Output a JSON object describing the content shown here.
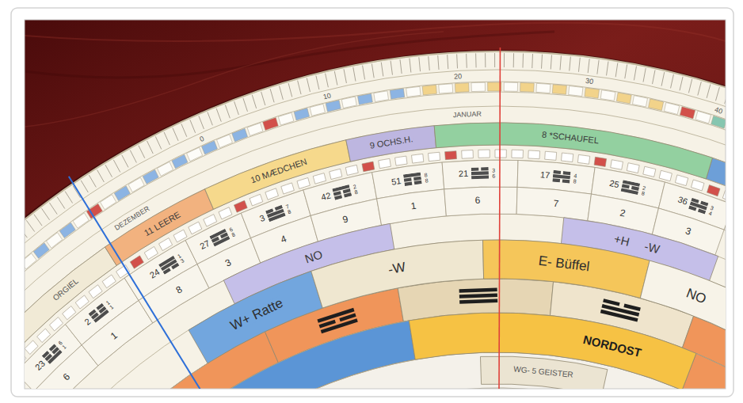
{
  "diagram": {
    "nodes": [
      {
        "text": [
          "ORGIEL"
        ]
      },
      {
        "text": [
          "11 LEERE"
        ]
      },
      {
        "text": [
          "10 MÆDCHEN"
        ]
      },
      {
        "text": [
          "9 OCHS.H."
        ]
      },
      {
        "text": [
          "8 *SCHAUFEL"
        ]
      },
      {
        "text": [
          "23",
          "6",
          "1"
        ]
      },
      {
        "text": [
          "2",
          "1",
          "1"
        ]
      },
      {
        "text": [
          "24",
          "1",
          "3"
        ]
      },
      {
        "text": [
          "27",
          "6",
          "8"
        ]
      },
      {
        "text": [
          "3",
          "7",
          "8"
        ]
      },
      {
        "text": [
          "42",
          "2",
          "8"
        ]
      },
      {
        "text": [
          "51",
          "8",
          "8"
        ]
      },
      {
        "text": [
          "21",
          "3",
          "6"
        ]
      },
      {
        "text": [
          "17",
          "4",
          "8"
        ]
      },
      {
        "text": [
          "25",
          "2",
          "8"
        ]
      },
      {
        "text": [
          "36",
          "3",
          "4"
        ]
      },
      {
        "text": [
          "6"
        ]
      },
      {
        "text": [
          "1"
        ]
      },
      {
        "text": [
          "8"
        ]
      },
      {
        "text": [
          "3"
        ]
      },
      {
        "text": [
          "4"
        ]
      },
      {
        "text": [
          "9"
        ]
      },
      {
        "text": [
          "1"
        ]
      },
      {
        "text": [
          "6"
        ]
      },
      {
        "text": [
          "7"
        ]
      },
      {
        "text": [
          "2"
        ]
      },
      {
        "text": [
          "3"
        ]
      },
      {
        "text": [
          "NO"
        ]
      },
      {
        "text": [
          "+H",
          "-W"
        ]
      },
      {
        "text": [
          "W+ Ratte"
        ]
      },
      {
        "text": [
          "-W"
        ]
      },
      {
        "text": [
          "E- Büffel"
        ]
      },
      {
        "text": [
          "NO"
        ]
      },
      {
        "text": [
          "NORDOST"
        ]
      },
      {
        "text": [
          "WG- 5 GEISTER"
        ]
      }
    ],
    "labels": [
      "0",
      "10",
      "20",
      "30",
      "40",
      "DEZEMBER",
      "JANUAR"
    ]
  }
}
